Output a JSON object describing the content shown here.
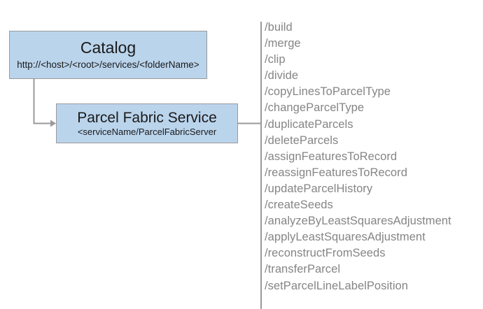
{
  "diagram": {
    "title": "Parcel Fabric Service REST endpoint diagram",
    "colors": {
      "node_fill": "#bad4ec",
      "node_border": "#9a9a9a",
      "connector": "#9a9a9a",
      "divider": "#9a9a9a",
      "operation_text": "#858585",
      "node_text": "#1a1a1a",
      "background": "#ffffff"
    },
    "nodes": [
      {
        "id": "catalog",
        "title": "Catalog",
        "subtitle": "http://<host>/<root>/services/<folderName>"
      },
      {
        "id": "parcel-fabric-service",
        "title": "Parcel Fabric Service",
        "subtitle": "<serviceName/ParcelFabricServer"
      }
    ],
    "operations": [
      "/build",
      "/merge",
      "/clip",
      "/divide",
      "/copyLinesToParcelType",
      "/changeParcelType",
      "/duplicateParcels",
      "/deleteParcels",
      "/assignFeaturesToRecord",
      "/reassignFeaturesToRecord",
      "/updateParcelHistory",
      "/createSeeds",
      "/analyzeByLeastSquaresAdjustment",
      "/applyLeastSquaresAdjustment",
      "/reconstructFromSeeds",
      "/transferParcel",
      "/setParcelLineLabelPosition"
    ]
  }
}
